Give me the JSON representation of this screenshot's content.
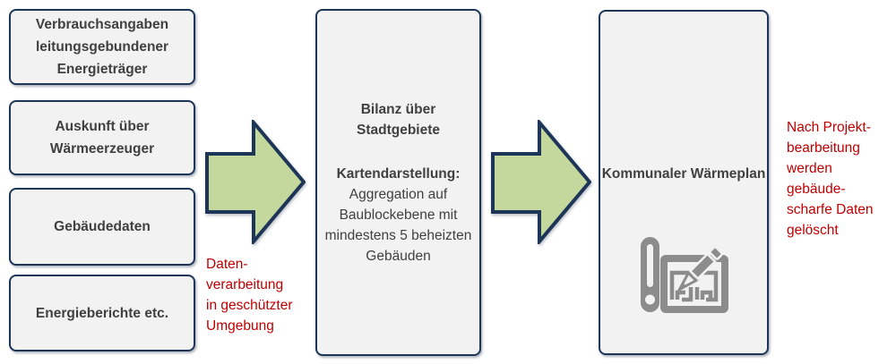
{
  "colors": {
    "box_border": "#1d3557",
    "box_fill": "#f2f2f2",
    "arrow_fill": "#c4d79d",
    "box_text": "#404040",
    "annotation": "#c00000",
    "icon_gray": "#8c8c8c"
  },
  "sources": [
    {
      "label": "Verbrauchsangaben leitungsgebundener Energieträger"
    },
    {
      "label": "Auskunft über Wärmeerzeuger"
    },
    {
      "label": "Gebäudedaten"
    },
    {
      "label": "Energieberichte etc."
    }
  ],
  "processing_box": {
    "title": "Bilanz über Stadtgebiete",
    "subtitle": "Kartendarstellung:",
    "body": "Aggregation auf Baublockebene mit mindestens 5 beheizten Gebäuden"
  },
  "result_box": {
    "title": "Kommunaler Wärmeplan",
    "icon": "floor-plan-pencil-icon"
  },
  "annotations": {
    "left": "Daten-\nverarbeitung\nin geschützter\nUmgebung",
    "right": "Nach Projekt-\nbearbeitung\nwerden\ngebäude-\nscharfe Daten\ngelöscht"
  }
}
